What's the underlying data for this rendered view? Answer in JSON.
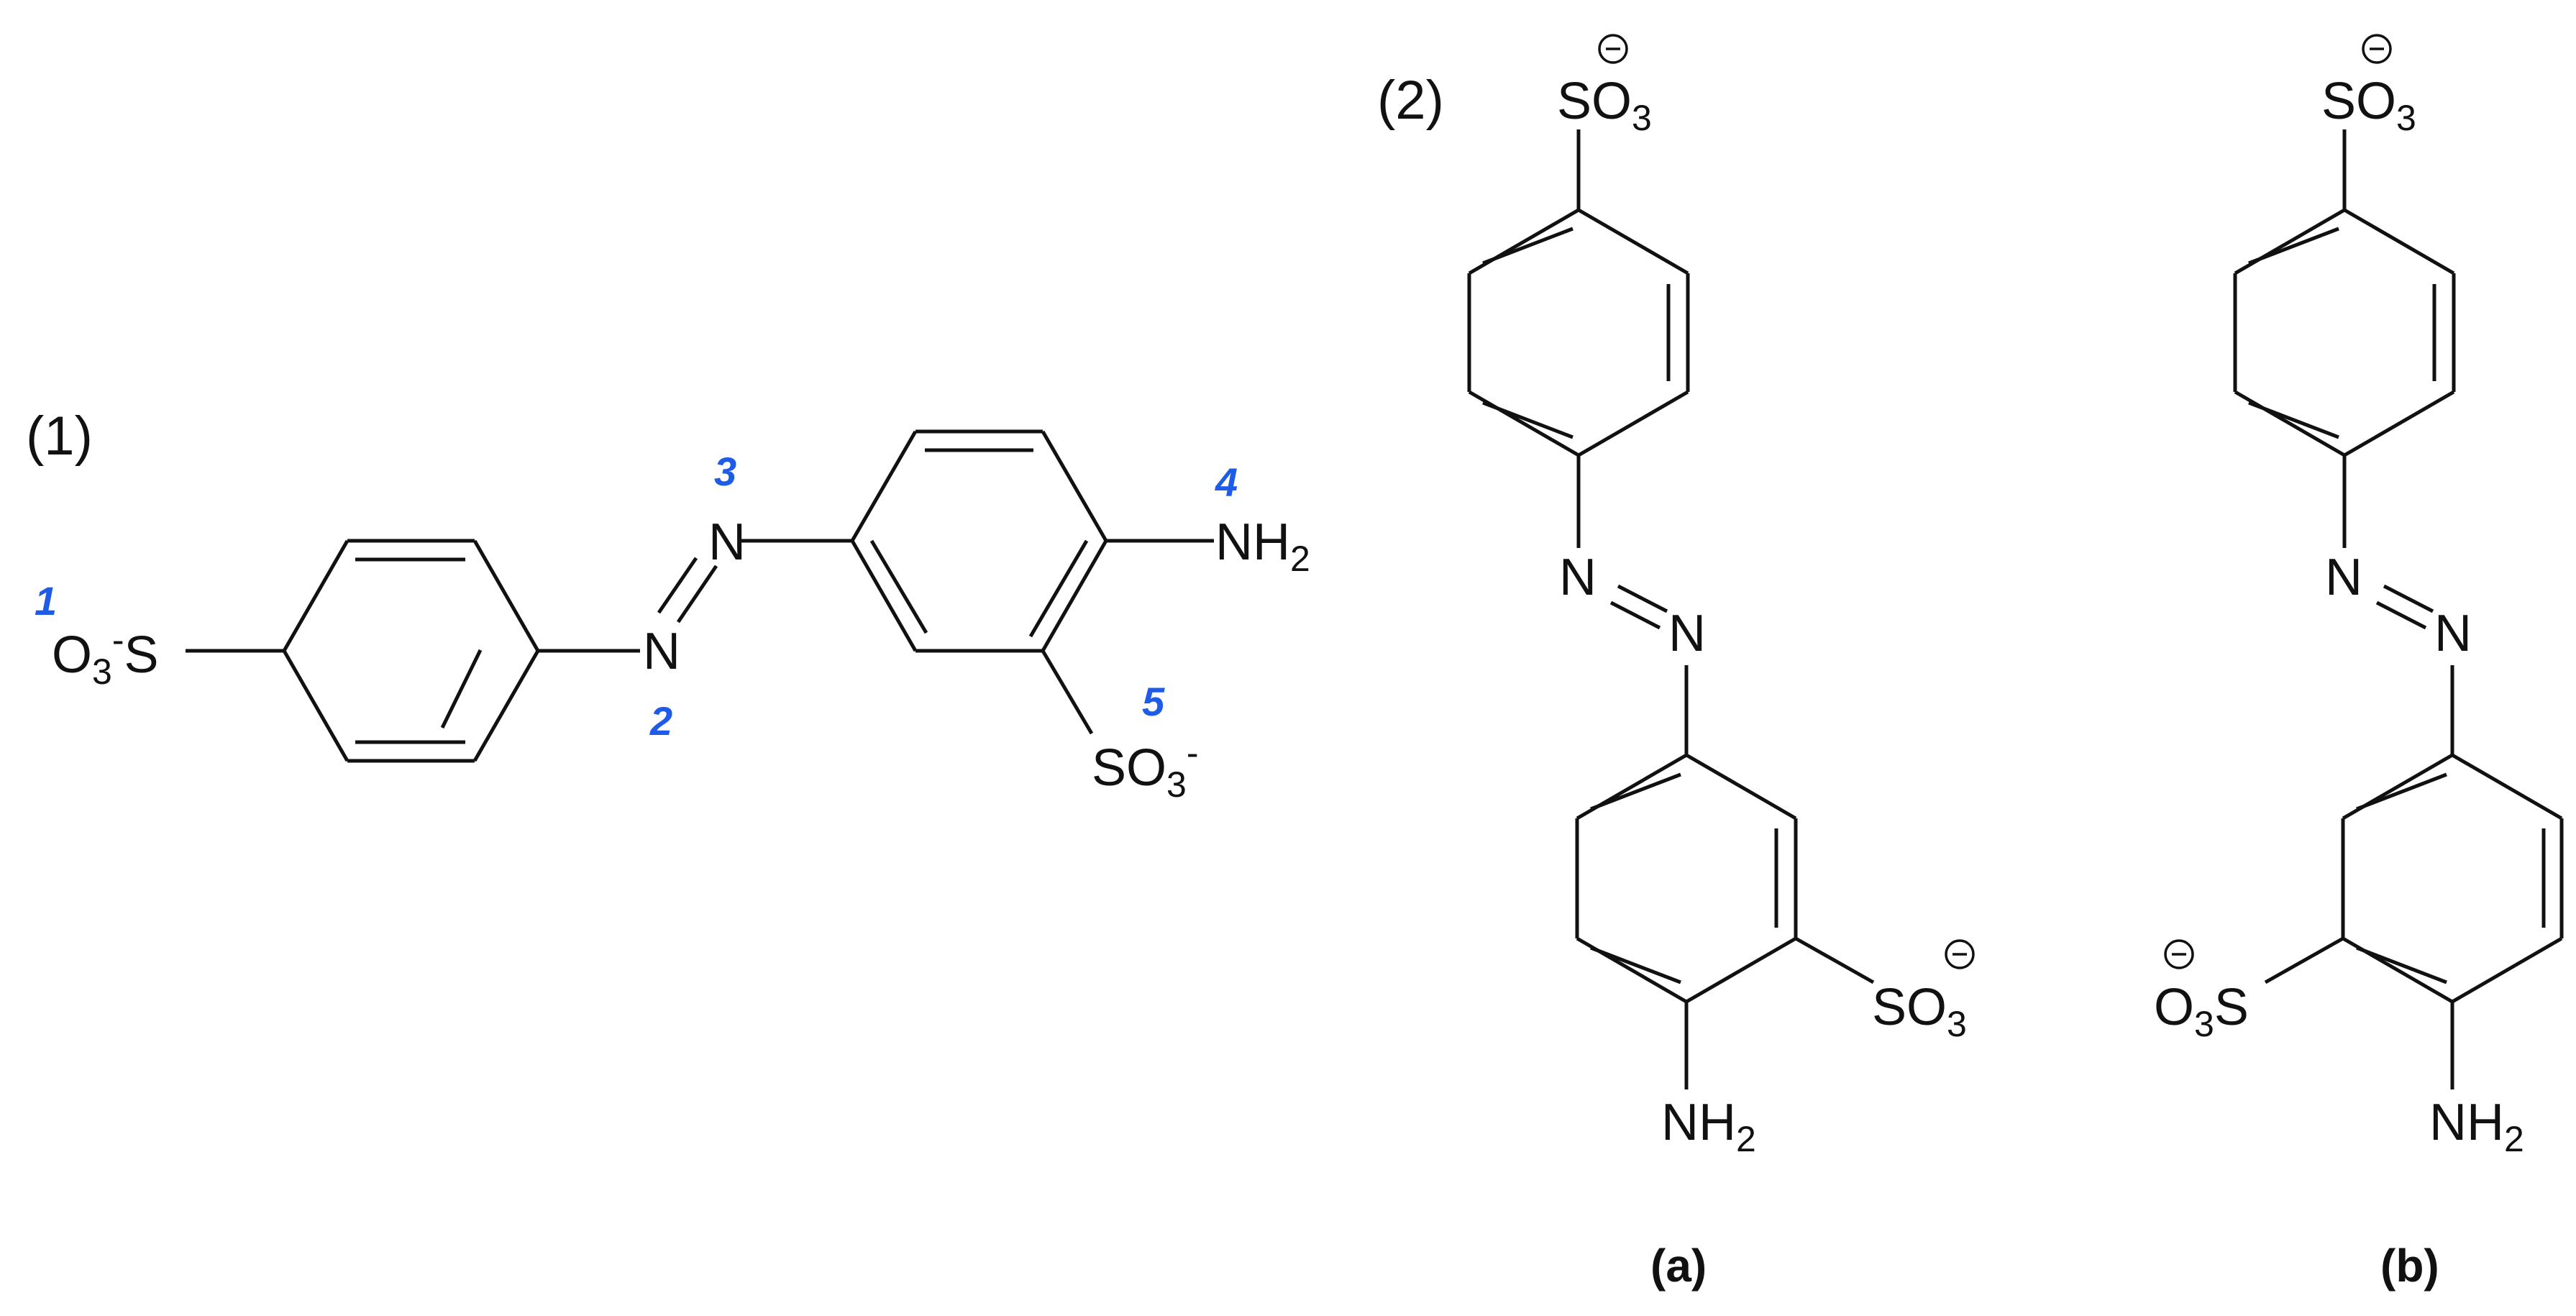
{
  "colors": {
    "ink": "#111111",
    "numbering": "#1e5be6",
    "background": "#ffffff"
  },
  "panel_labels": {
    "p1": "(1)",
    "p2": "(2)"
  },
  "captions": {
    "a": "(a)",
    "b": "(b)"
  },
  "atoms": {
    "O": "O",
    "S": "S",
    "N": "N",
    "SO": "SO",
    "NH": "NH",
    "three": "3",
    "two": "2",
    "neg": "-"
  },
  "numbering": [
    "1",
    "2",
    "3",
    "4",
    "5"
  ]
}
